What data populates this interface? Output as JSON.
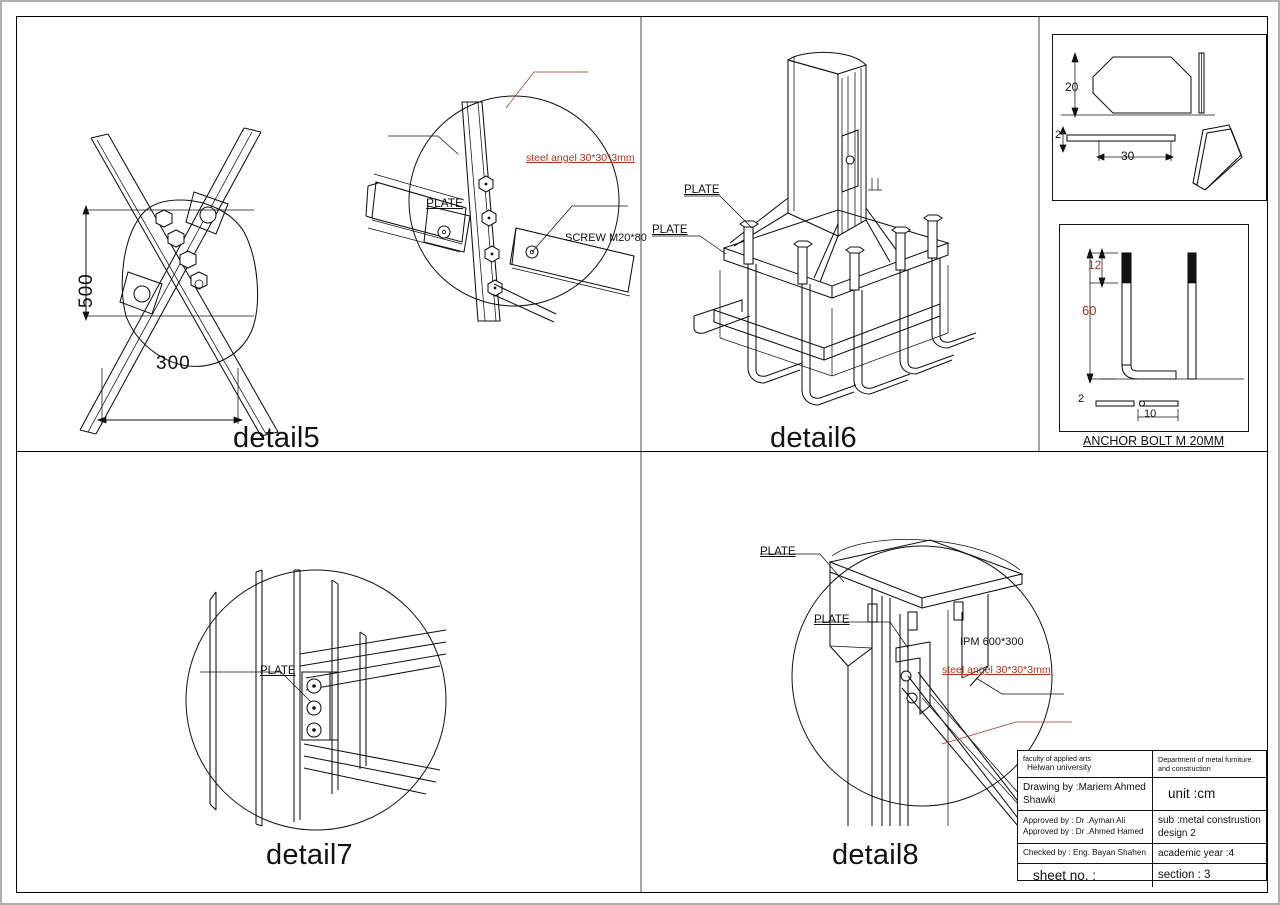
{
  "sheet": {
    "panels": [
      {
        "id": "detail5",
        "label": "detail5"
      },
      {
        "id": "detail6",
        "label": "detail6"
      },
      {
        "id": "detail7",
        "label": "detail7"
      },
      {
        "id": "detail8",
        "label": "detail8"
      }
    ]
  },
  "detail5": {
    "label": "detail5",
    "dimensions": {
      "vertical": "500",
      "horizontal": "300"
    },
    "annotations": {
      "plate": "PLATE",
      "steel_angle": "steel angel 30*30*3mm",
      "screw": "SCREW M20*80"
    }
  },
  "detail6": {
    "label": "detail6",
    "annotations": {
      "plate_upper": "PLATE",
      "plate_lower": "PLATE"
    }
  },
  "detail7": {
    "label": "detail7",
    "annotations": {
      "plate": "PLATE"
    }
  },
  "detail8": {
    "label": "detail8",
    "annotations": {
      "plate_upper": "PLATE",
      "plate_lower": "PLATE",
      "ipm": "IPM 600*300",
      "steel_angle": "steel angel 30*30*3mm"
    }
  },
  "plate_detail_panel": {
    "dimensions": {
      "height": "20",
      "width": "30",
      "thickness": "2"
    }
  },
  "anchor_bolt_panel": {
    "title": "ANCHOR BOLT M 20MM",
    "dimensions": {
      "thread": "12",
      "length": "60",
      "bar": "2",
      "hook": "10"
    }
  },
  "title_block": {
    "faculty_line1": "faculty of applied arts",
    "faculty_line2": "Helwan university",
    "department": "Department of metal furniture and construction",
    "drawing_by_line1": "Drawing by :Mariem Ahmed",
    "drawing_by_line2": "Shawki",
    "unit": "unit :cm",
    "approved_by_1": "Approved by : Dr .Ayman Ali",
    "approved_by_2": "Approved by : Dr .Ahmed Hamed",
    "subject_line1": "sub :metal construstion",
    "subject_line2": "design 2",
    "checked_by": "Checked by : Eng. Bayan Shahen",
    "academic_year": "academic year :4",
    "sheet_no": "sheet no. :",
    "section": "section : 3"
  },
  "colors": {
    "ink": "#111111",
    "red_annotation": "#b5321e",
    "frame_gray": "#a6a6a6"
  }
}
